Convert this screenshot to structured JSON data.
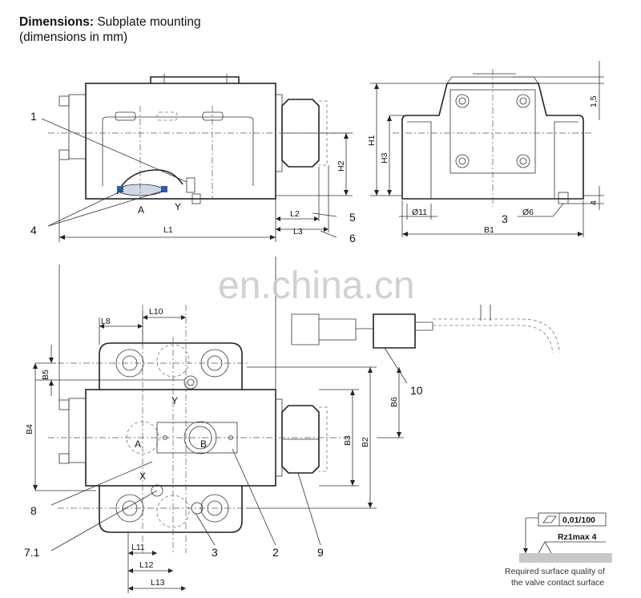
{
  "header": {
    "bold": "Dimensions:",
    "rest": " Subplate mounting",
    "line2": "(dimensions in mm)"
  },
  "ports": {
    "A": "A",
    "B": "B",
    "X": "X",
    "Y": "Y"
  },
  "items": {
    "n1": "1",
    "n2": "2",
    "n3": "3",
    "n4": "4",
    "n5": "5",
    "n6": "6",
    "n71": "7.1",
    "n8": "8",
    "n9": "9",
    "n10": "10"
  },
  "dims": {
    "L1": "L1",
    "L2": "L2",
    "L3": "L3",
    "L8": "L8",
    "L10": "L10",
    "L11": "L11",
    "L12": "L12",
    "L13": "L13",
    "H1": "H1",
    "H2": "H2",
    "H3": "H3",
    "B1": "B1",
    "B2": "B2",
    "B3": "B3",
    "B4": "B4",
    "B5": "B5",
    "B6": "B6",
    "d11": "Ø11",
    "d6": "Ø6",
    "v15": "1,5",
    "v4": "4"
  },
  "tolerance": {
    "value": "0,01/100",
    "roughness": "Rz1max 4"
  },
  "surface_note": {
    "line1": "Required surface quality of",
    "line2": "the valve contact surface"
  },
  "watermark": "en.china.cn"
}
